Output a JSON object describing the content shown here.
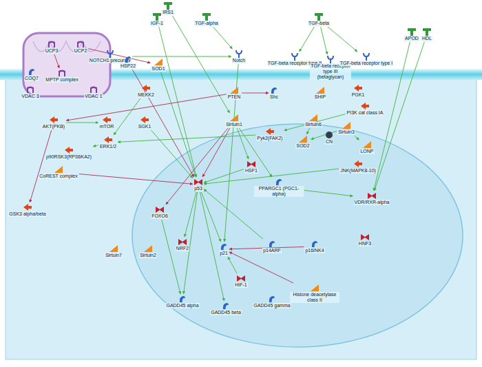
{
  "diagram": {
    "nodes": [
      {
        "text": [
          "IRS1"
        ]
      },
      {
        "text": [
          "IGF-1"
        ]
      },
      {
        "text": [
          "TGF-alpha"
        ]
      },
      {
        "text": [
          "TGF-beta"
        ]
      },
      {
        "text": [
          "APOD"
        ]
      },
      {
        "text": [
          "HDL"
        ]
      },
      {
        "text": [
          "NOTCH1 precursor"
        ]
      },
      {
        "text": [
          "Notch"
        ]
      },
      {
        "text": [
          "TGF-beta receptor type II"
        ]
      },
      {
        "text": [
          "TGF-beta receptor type III (betaglycan)"
        ]
      },
      {
        "text": [
          "TGF-beta receptor type I"
        ]
      },
      {
        "text": [
          "UCP3"
        ]
      },
      {
        "text": [
          "UCP2"
        ]
      },
      {
        "text": [
          "COQ7"
        ]
      },
      {
        "text": [
          "MPTP complex"
        ]
      },
      {
        "text": [
          "VDAC 3"
        ]
      },
      {
        "text": [
          "VDAC 1"
        ]
      },
      {
        "text": [
          "HSP22"
        ]
      },
      {
        "text": [
          "SOD1"
        ]
      },
      {
        "text": [
          "MEKK2"
        ]
      },
      {
        "text": [
          "PTEN"
        ]
      },
      {
        "text": [
          "Shc"
        ]
      },
      {
        "text": [
          "SHIP"
        ]
      },
      {
        "text": [
          "PGK1"
        ]
      },
      {
        "text": [
          "PI3K cat class IA"
        ]
      },
      {
        "text": [
          "Sirtuin1"
        ]
      },
      {
        "text": [
          "Sirtuin6"
        ]
      },
      {
        "text": [
          "Sirtuin3"
        ]
      },
      {
        "text": [
          "CN"
        ]
      },
      {
        "text": [
          "LONP"
        ]
      },
      {
        "text": [
          "Pyk2(FAK2)"
        ]
      },
      {
        "text": [
          "SOD2"
        ]
      },
      {
        "text": [
          "JNK(MAPK8-10)"
        ]
      },
      {
        "text": [
          "AKT(PKB)"
        ]
      },
      {
        "text": [
          "mTOR"
        ]
      },
      {
        "text": [
          "SGK1"
        ]
      },
      {
        "text": [
          "ERK1/2"
        ]
      },
      {
        "text": [
          "p90RSK3(RPS6KA2)"
        ]
      },
      {
        "text": [
          "CoREST complex"
        ]
      },
      {
        "text": [
          "GSK3 alpha/beta"
        ]
      },
      {
        "text": [
          "HSF1"
        ]
      },
      {
        "text": [
          "p53"
        ]
      },
      {
        "text": [
          "PPARGC1 (PGC1-alpha)"
        ]
      },
      {
        "text": [
          "FOXO6"
        ]
      },
      {
        "text": [
          "VDR/RXR-alpha"
        ]
      },
      {
        "text": [
          "HNF3"
        ]
      },
      {
        "text": [
          "Sirtuin7"
        ]
      },
      {
        "text": [
          "Sirtuin2"
        ]
      },
      {
        "text": [
          "NRF2"
        ]
      },
      {
        "text": [
          "p21"
        ]
      },
      {
        "text": [
          "p14ARF"
        ]
      },
      {
        "text": [
          "p16INK4"
        ]
      },
      {
        "text": [
          "HIF-1"
        ]
      },
      {
        "text": [
          "Histone deacetylase class II"
        ]
      },
      {
        "text": [
          "GADD45 alpha"
        ]
      },
      {
        "text": [
          "GADD45 beta"
        ]
      },
      {
        "text": [
          "GADD45 gamma"
        ]
      }
    ],
    "edges": [
      {
        "from": 1,
        "to": 41,
        "arrow": "to"
      },
      {
        "from": 0,
        "to": 25,
        "arrow": "to"
      },
      {
        "from": 2,
        "to": 7,
        "arrow": "to"
      },
      {
        "from": 3,
        "to": 8,
        "arrow": "to"
      },
      {
        "from": 3,
        "to": 9,
        "arrow": "to"
      },
      {
        "from": 3,
        "to": 10,
        "arrow": "to"
      },
      {
        "from": 6,
        "to": 7,
        "arrow": "to"
      },
      {
        "from": 7,
        "to": 49,
        "arrow": "to"
      },
      {
        "from": 12,
        "to": 18,
        "arrow": "to"
      },
      {
        "from": 17,
        "to": 41,
        "arrow": "to"
      },
      {
        "from": 18,
        "to": 41,
        "arrow": "to"
      },
      {
        "from": 19,
        "to": 36,
        "arrow": "to"
      },
      {
        "from": 20,
        "to": 21,
        "arrow": "to"
      },
      {
        "from": 20,
        "to": 33,
        "arrow": "to"
      },
      {
        "from": 25,
        "to": 41,
        "arrow": "to"
      },
      {
        "from": 25,
        "to": 42,
        "arrow": "to"
      },
      {
        "from": 25,
        "to": 43,
        "arrow": "to"
      },
      {
        "from": 25,
        "to": 40,
        "arrow": "to"
      },
      {
        "from": 26,
        "to": 31,
        "arrow": "to"
      },
      {
        "from": 27,
        "to": 31,
        "arrow": "to"
      },
      {
        "from": 27,
        "to": 29,
        "arrow": "to"
      },
      {
        "from": 30,
        "to": 36,
        "arrow": "to"
      },
      {
        "from": 32,
        "to": 41,
        "arrow": "to"
      },
      {
        "from": 33,
        "to": 34,
        "arrow": "to"
      },
      {
        "from": 33,
        "to": 39,
        "arrow": "to"
      },
      {
        "from": 36,
        "to": 37,
        "arrow": "to"
      },
      {
        "from": 38,
        "to": 41,
        "arrow": "to"
      },
      {
        "from": 41,
        "to": 49,
        "arrow": "to"
      },
      {
        "from": 41,
        "to": 54,
        "arrow": "to"
      },
      {
        "from": 41,
        "to": 55,
        "arrow": "to"
      },
      {
        "from": 41,
        "to": 48,
        "arrow": "to"
      },
      {
        "from": 50,
        "to": 41,
        "arrow": "to"
      },
      {
        "from": 51,
        "to": 49,
        "arrow": "to"
      },
      {
        "from": 40,
        "to": 41,
        "arrow": "to"
      },
      {
        "from": 42,
        "to": 44,
        "arrow": "to"
      },
      {
        "from": 53,
        "to": 49,
        "arrow": "to"
      },
      {
        "from": 4,
        "to": 44,
        "arrow": "to"
      },
      {
        "from": 5,
        "to": 44,
        "arrow": "to"
      },
      {
        "from": 52,
        "to": 49,
        "arrow": "to"
      },
      {
        "from": 43,
        "to": 54,
        "arrow": "to"
      },
      {
        "from": 24,
        "to": 30,
        "arrow": "to"
      },
      {
        "from": 35,
        "to": 41,
        "arrow": "to"
      },
      {
        "from": 11,
        "to": 14,
        "arrow": "to"
      }
    ]
  }
}
